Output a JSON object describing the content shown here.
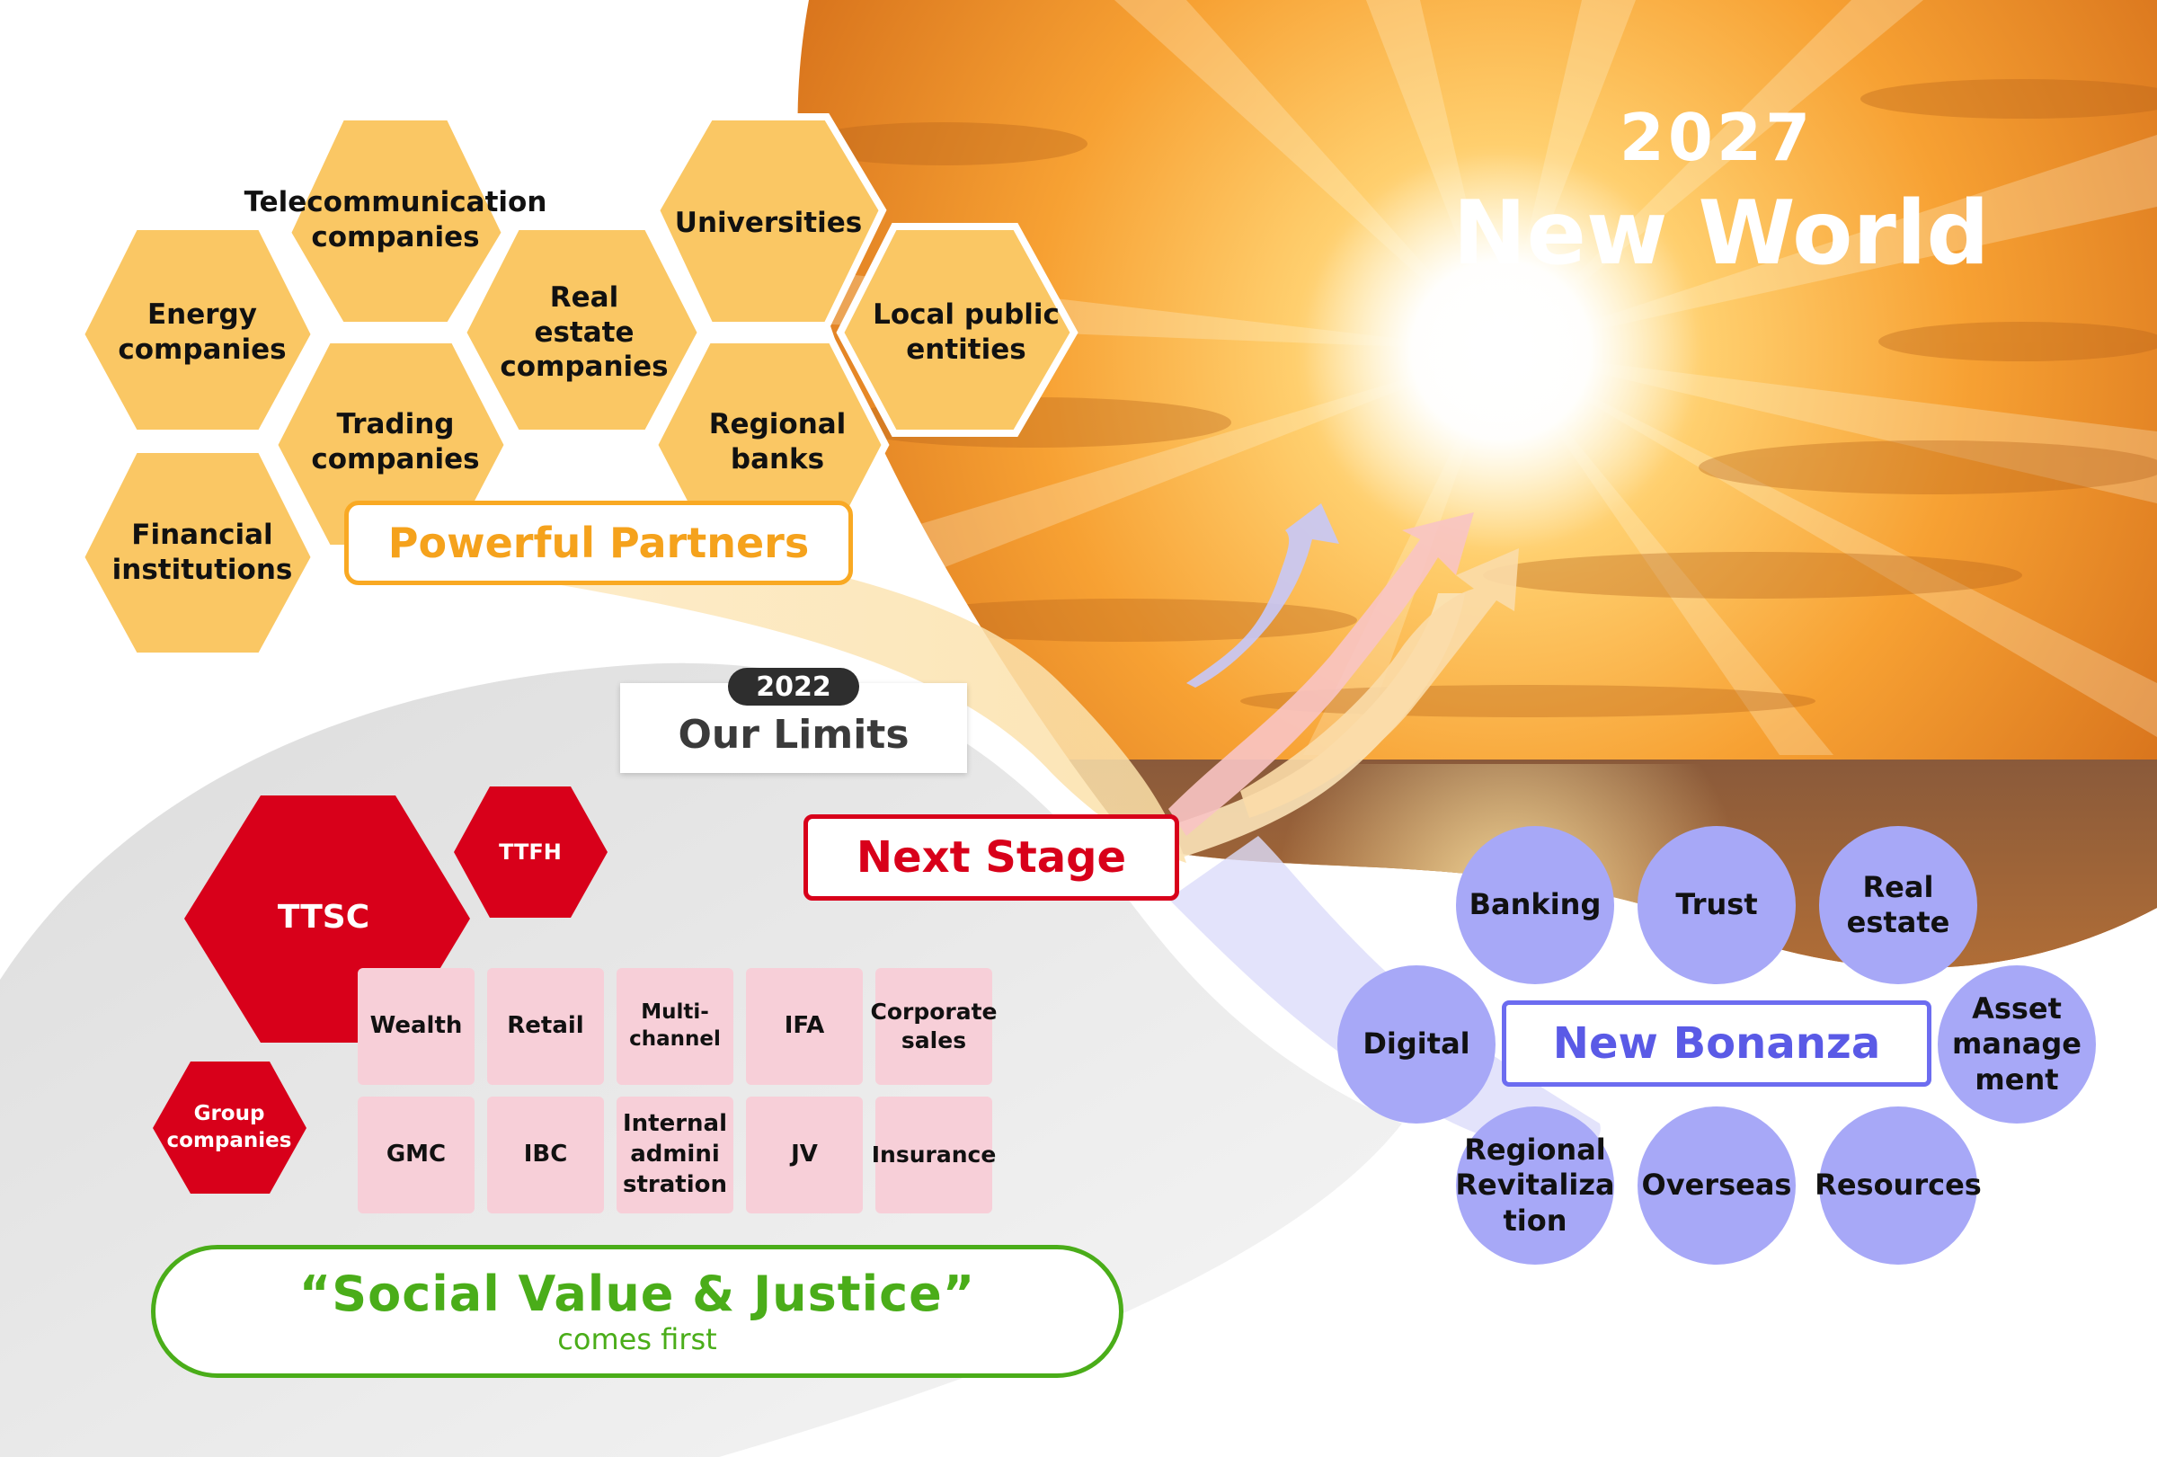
{
  "header": {
    "year": "2027",
    "title": "New World"
  },
  "partners": {
    "label": "Powerful Partners",
    "color": "#fac764",
    "items": [
      "Telecommunication\ncompanies",
      "Universities",
      "Energy\ncompanies",
      "Real\nestate\ncompanies",
      "Local public\nentities",
      "Trading\ncompanies",
      "Regional\nbanks",
      "Financial\ninstitutions"
    ]
  },
  "limits": {
    "year": "2022",
    "label": "Our Limits"
  },
  "next_stage": {
    "label": "Next Stage",
    "color": "#d8001a"
  },
  "group": {
    "color": "#d8001a",
    "hexes": [
      "TTSC",
      "TTFH",
      "Group\ncompanies"
    ],
    "tiles": [
      "Wealth",
      "Retail",
      "Multi-\nchannel",
      "IFA",
      "Corporate\nsales",
      "GMC",
      "IBC",
      "Internal\nadmini\nstration",
      "JV",
      "Insurance"
    ]
  },
  "bonanza": {
    "label": "New Bonanza",
    "color": "#6c6cf0",
    "circles": [
      "Banking",
      "Trust",
      "Real\nestate",
      "Digital",
      "Asset\nmanage\nment",
      "Regional\nRevitaliza\ntion",
      "Overseas",
      "Resources"
    ]
  },
  "motto": {
    "title": "“Social Value & Justice”",
    "subtitle": "comes first",
    "color": "#4aad19"
  }
}
